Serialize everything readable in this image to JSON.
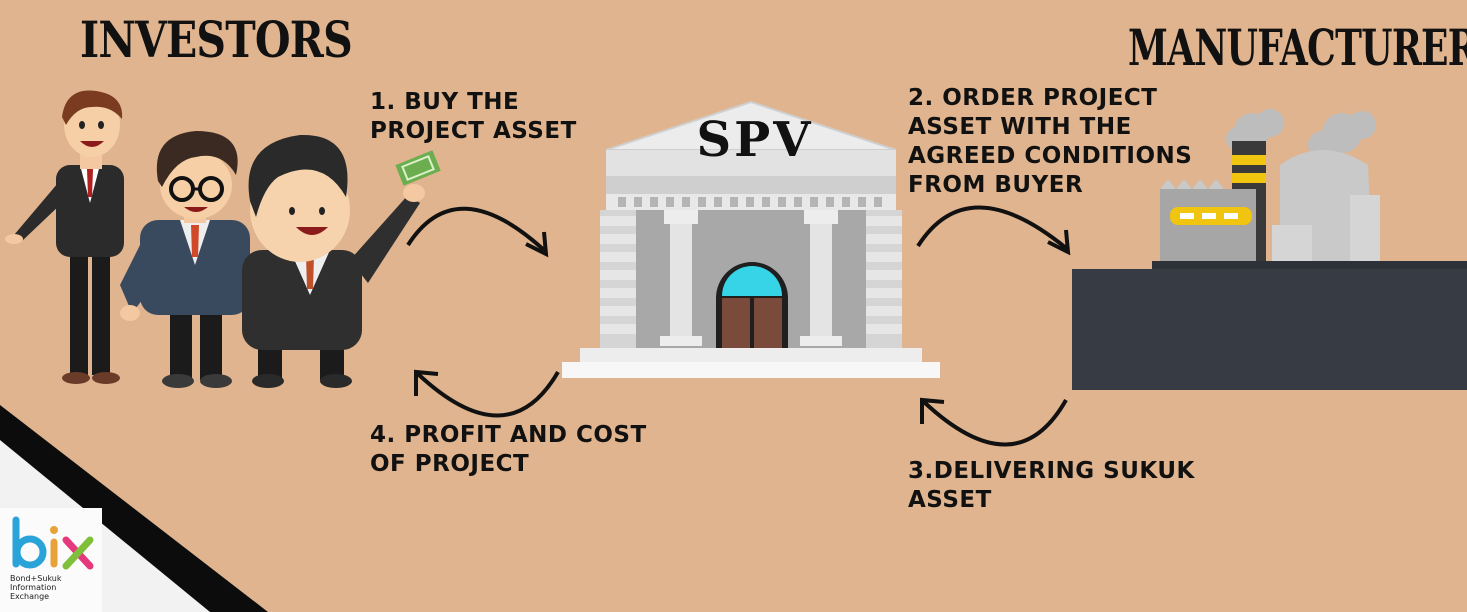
{
  "headings": {
    "investors": "INVESTORS",
    "manufacturer": "MANUFACTURER",
    "spv": "SPV"
  },
  "steps": {
    "step1": [
      "1. BUY THE",
      "PROJECT ASSET"
    ],
    "step2": [
      "2. ORDER PROJECT",
      "ASSET WITH THE",
      "AGREED CONDITIONS",
      "FROM BUYER"
    ],
    "step3": [
      "3.DELIVERING SUKUK",
      "ASSET"
    ],
    "step4": [
      "4. PROFIT AND COST",
      "OF PROJECT"
    ]
  },
  "logo": {
    "mark": "bix",
    "lines": [
      "Bond+Sukuk",
      "Information",
      "Exchange"
    ]
  },
  "colors": {
    "background": "#dfb48e",
    "text": "#111111",
    "building": "#d5d5d5",
    "factory_base": "#363b44",
    "logo_b": "#2aa3d8",
    "logo_i": "#e8a23a",
    "logo_x_left": "#e6397d",
    "logo_x_right": "#7fbf3a"
  }
}
